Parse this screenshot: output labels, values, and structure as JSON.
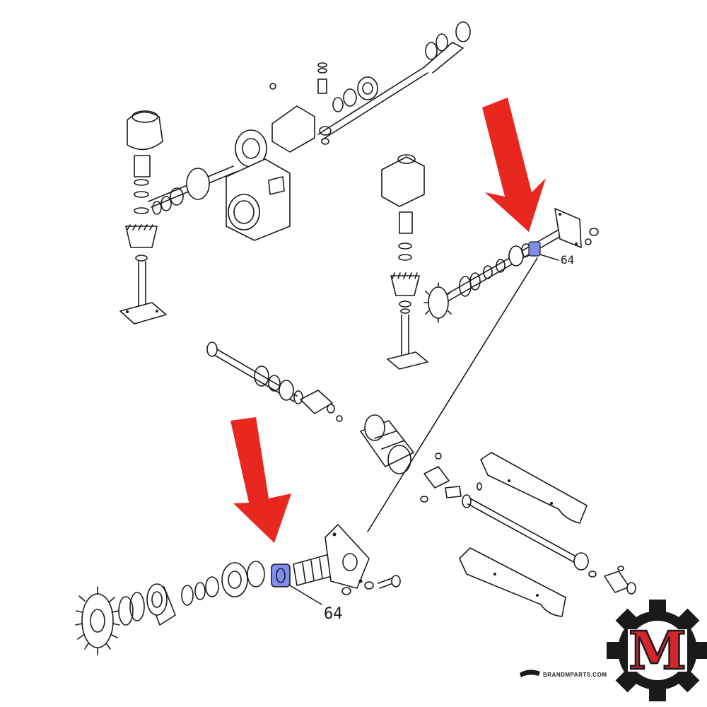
{
  "callouts": {
    "upper_label": "64",
    "lower_label": "64"
  },
  "watermark": {
    "text": "BRANDMPARTS.COM"
  },
  "logo": {
    "letter": "M"
  },
  "colors": {
    "arrow": "#e8281f",
    "highlight": "#7f8cf0",
    "ink": "#1a1a1a",
    "logo_red": "#d6262b"
  },
  "icons": {
    "arrow": "arrow-down-icon",
    "logo": "gear-logo-icon"
  }
}
